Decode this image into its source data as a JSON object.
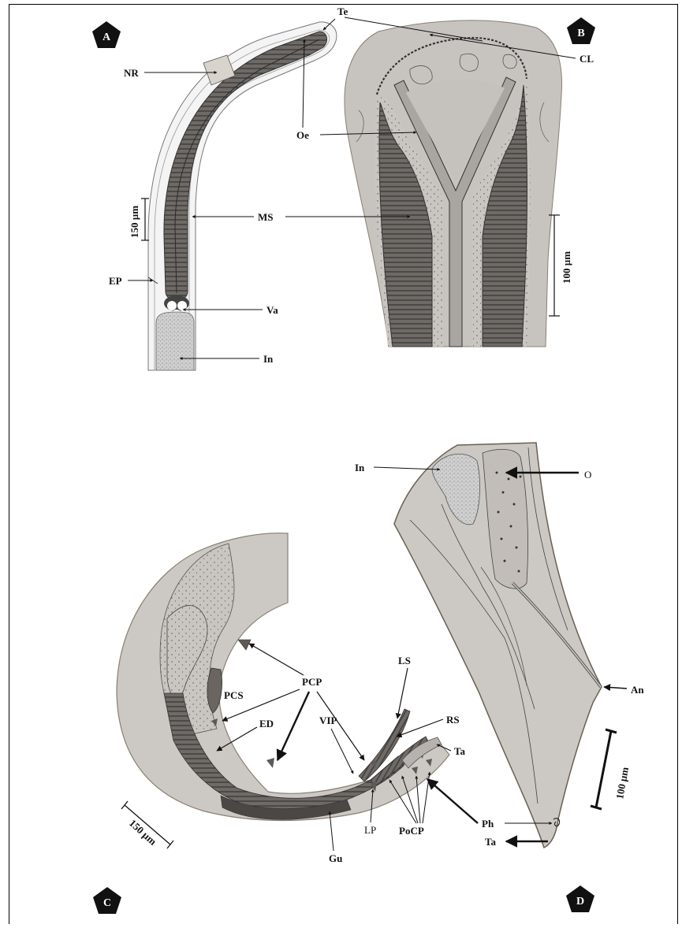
{
  "panels": {
    "a": "A",
    "b": "B",
    "c": "C",
    "d": "D"
  },
  "panel_a": {
    "labels": {
      "te": "Te",
      "nr": "NR",
      "oe": "Oe",
      "ms": "MS",
      "ep": "EP",
      "va": "Va",
      "in": "In"
    },
    "scale": "150 µm"
  },
  "panel_b": {
    "labels": {
      "cl": "CL"
    },
    "scale": "100 µm"
  },
  "panel_c": {
    "labels": {
      "pcp": "PCP",
      "pcs": "PCS",
      "ed": "ED",
      "vip": "VIP",
      "ls": "LS",
      "rs": "RS",
      "ta": "Ta",
      "lp": "LP",
      "poccp": "PoCP",
      "gu": "Gu"
    },
    "scale": "150 µm"
  },
  "panel_d": {
    "labels": {
      "in": "In",
      "o": "O",
      "an": "An",
      "ph": "Ph",
      "ta": "Ta"
    },
    "scale": "100 µm"
  }
}
